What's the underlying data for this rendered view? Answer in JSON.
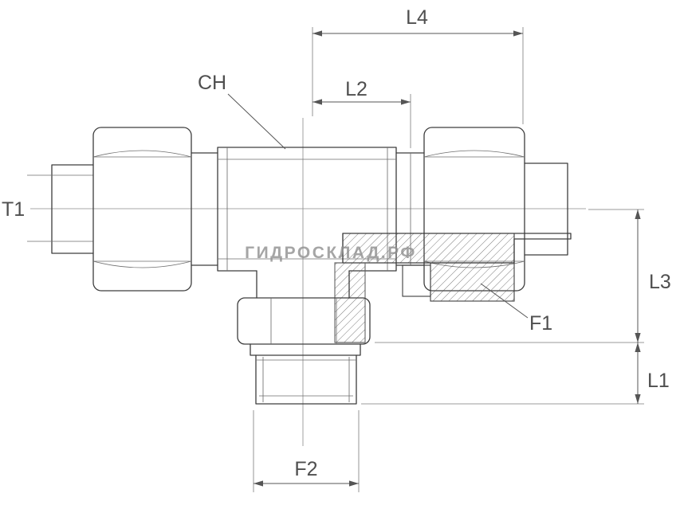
{
  "drawing": {
    "title": "tee-fitting-technical-drawing",
    "watermark": "ГИДРОСКЛАД.РФ",
    "labels": {
      "l4": "L4",
      "l2": "L2",
      "ch": "CH",
      "t1": "T1",
      "l3": "L3",
      "l1": "L1",
      "f1": "F1",
      "f2": "F2"
    },
    "colors": {
      "outline": "#3d3d3d",
      "dimension": "#555555",
      "watermark": "#8f8f8f",
      "background": "#ffffff"
    }
  }
}
